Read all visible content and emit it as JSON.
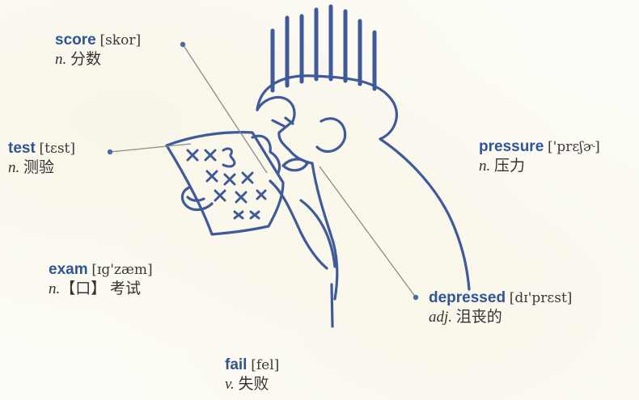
{
  "colors": {
    "word": "#2f5597",
    "drawing_stroke": "#3e5a9a",
    "background": "#fdfcf6"
  },
  "entries": {
    "score": {
      "word": "score",
      "ipa": "[skor]",
      "pos": "n.",
      "gloss": "分数"
    },
    "test": {
      "word": "test",
      "ipa": "[tɛst]",
      "pos": "n.",
      "gloss": "测验"
    },
    "pressure": {
      "word": "pressure",
      "ipa": "['prɛʃɚ]",
      "pos": "n.",
      "gloss": "压力"
    },
    "exam": {
      "word": "exam",
      "ipa": "[ɪg'zæm]",
      "pos": "n.",
      "mark": "【口】",
      "gloss": "考试"
    },
    "depressed": {
      "word": "depressed",
      "ipa": "[dɪ'prɛst]",
      "pos": "adj.",
      "gloss": "沮丧的"
    },
    "fail": {
      "word": "fail",
      "ipa": "[fel]",
      "pos": "v.",
      "gloss": "失败"
    }
  },
  "illustration": {
    "subject": "depressed student holding a failed test paper",
    "paper_marks": [
      "X",
      "X",
      "5",
      "X",
      "X",
      "X",
      "X",
      "X",
      "X",
      "X"
    ]
  }
}
